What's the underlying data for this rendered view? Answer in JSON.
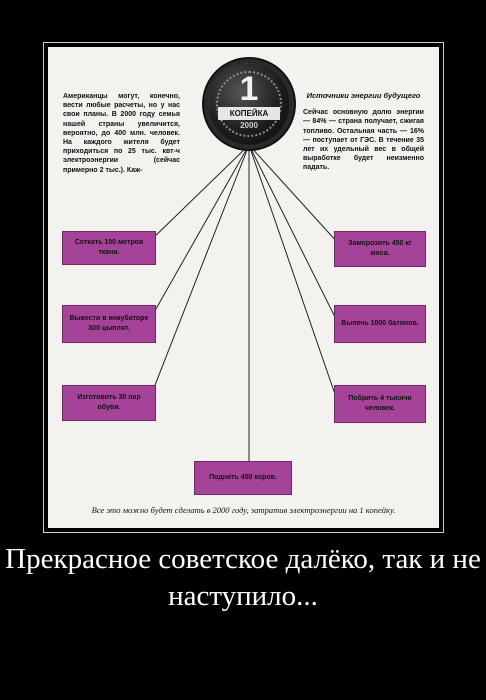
{
  "coin": {
    "denomination": "1",
    "label": "КОПЕЙКА",
    "year": "2000"
  },
  "left_text": "Американцы могут, конечно, вести любые расчеты, но у нас свои планы. В 2000 году семья нашей страны увеличится, вероятно, до 400 млн. человек. На каждого жителя будет приходиться по 25 тыс. квт-ч электроэнергии (сейчас примерно 2 тыс.). Каж-",
  "right_heading": "Источники энергии будущего",
  "right_text": "Сейчас основную долю энергии — 84% — страна получает, сжигая топливо. Остальная часть — 16% — поступает от ГЭС. В течение 35 лет их удельный вес в общей выработке будет неизменно падать.",
  "boxes": {
    "left_1": "Соткать 100 метров ткани.",
    "left_2": "Вывести в инкубаторе 300 цыплят.",
    "left_3": "Изготовить 30 пар обуви.",
    "bottom": "Поднять 450 коров.",
    "right_1": "Заморозить 450 кг мяса.",
    "right_2": "Выпечь 1000 батонов.",
    "right_3": "Побрить 4 тысячи человек."
  },
  "footer": "Все это можно будет сделать в 2000 году, затратив электроэнергии на 1 копейку.",
  "demotivator_caption": "Прекрасное советское далёко, так и не наступило...",
  "colors": {
    "box_fill": "#a54398",
    "paper": "#f4f2ee",
    "background": "#000000"
  }
}
